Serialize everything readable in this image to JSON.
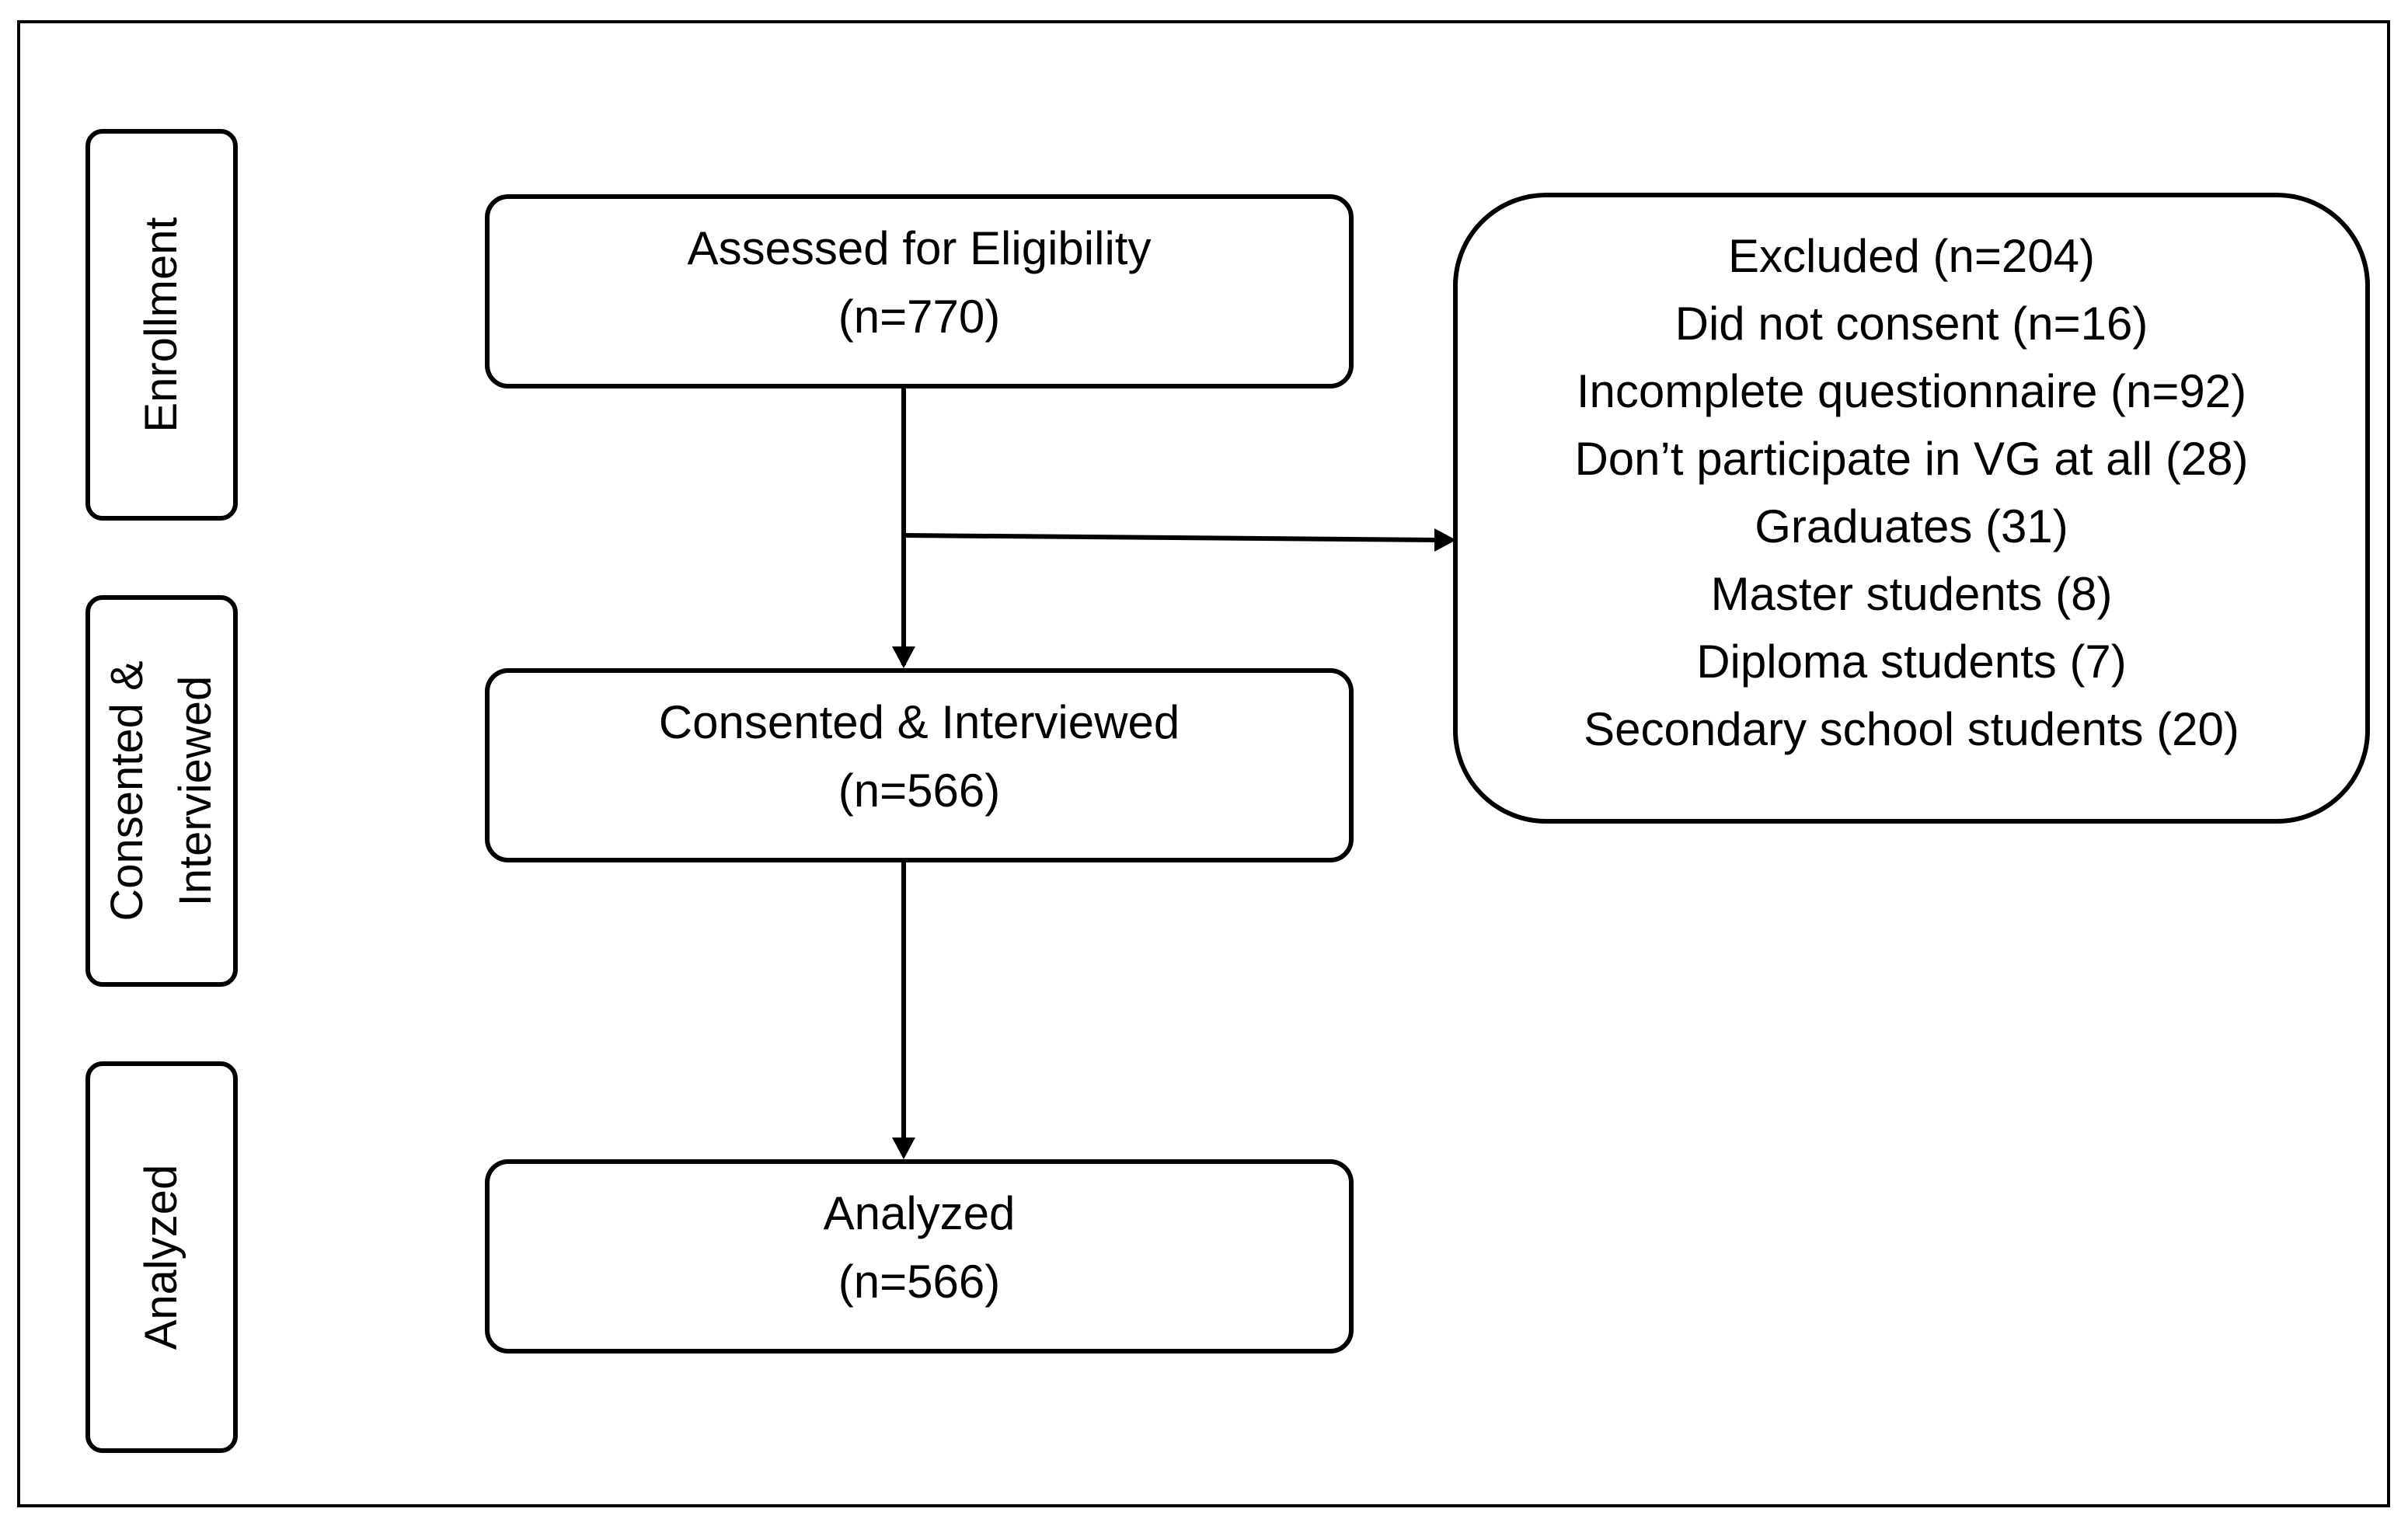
{
  "stages": [
    {
      "lines": [
        "Enrollment"
      ]
    },
    {
      "lines": [
        "Consented &",
        "Interviewed"
      ]
    },
    {
      "lines": [
        "Analyzed"
      ]
    }
  ],
  "flow": [
    {
      "title": "Assessed for Eligibility",
      "count": "(n=770)"
    },
    {
      "title": "Consented & Interviewed",
      "count": "(n=566)"
    },
    {
      "title": "Analyzed",
      "count": "(n=566)"
    }
  ],
  "excluded": {
    "lines": [
      "Excluded (n=204)",
      "Did not consent (n=16)",
      "Incomplete questionnaire (n=92)",
      "Don’t participate in VG at all (28)",
      "Graduates (31)",
      "Master students (8)",
      "Diploma students (7)",
      "Secondary school students (20)"
    ]
  }
}
